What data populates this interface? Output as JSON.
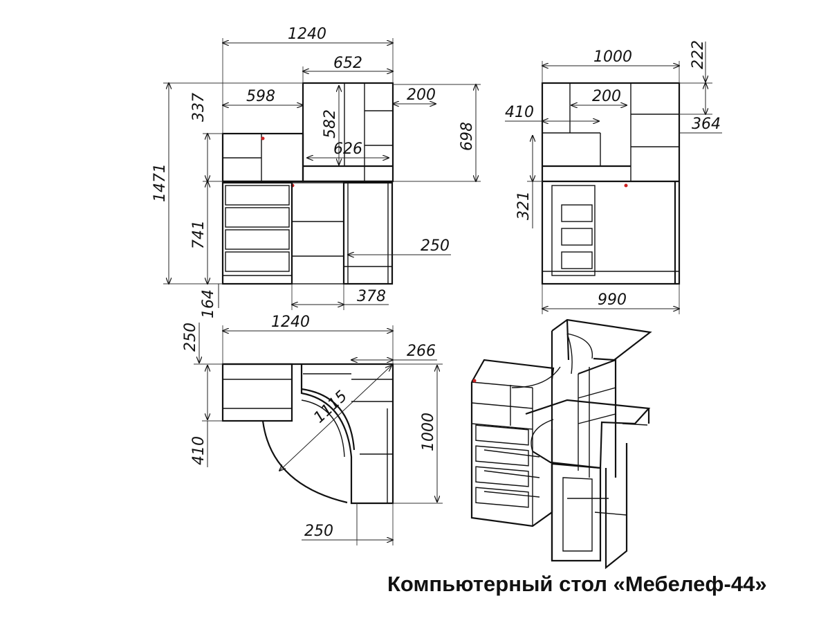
{
  "caption": "Компьютерный стол «Мебелеф-44»",
  "colors": {
    "line": "#111111",
    "background": "#ffffff",
    "accent_dot": "#cc2222"
  },
  "views": {
    "front": {
      "width_total": "1240",
      "top_shelf_width": "652",
      "left_shelf_width": "598",
      "right_niche_width": "200",
      "inner_width": "626",
      "height_total": "1471",
      "upper_shelf_height": "337",
      "niche_height": "582",
      "superstructure_height": "698",
      "body_height": "741",
      "plinth_height": "164",
      "section_width": "250",
      "leg_width": "378"
    },
    "side": {
      "width_total": "1000",
      "top_height": "222",
      "inner_width": "200",
      "shelf_depth": "410",
      "shelf_height": "364",
      "middle_height": "321",
      "base_width": "990"
    },
    "plan": {
      "width_total": "1240",
      "front_depth": "250",
      "corner_width": "266",
      "diagonal": "1115",
      "depth_total": "1000",
      "left_depth": "410",
      "bottom_width": "250"
    }
  }
}
